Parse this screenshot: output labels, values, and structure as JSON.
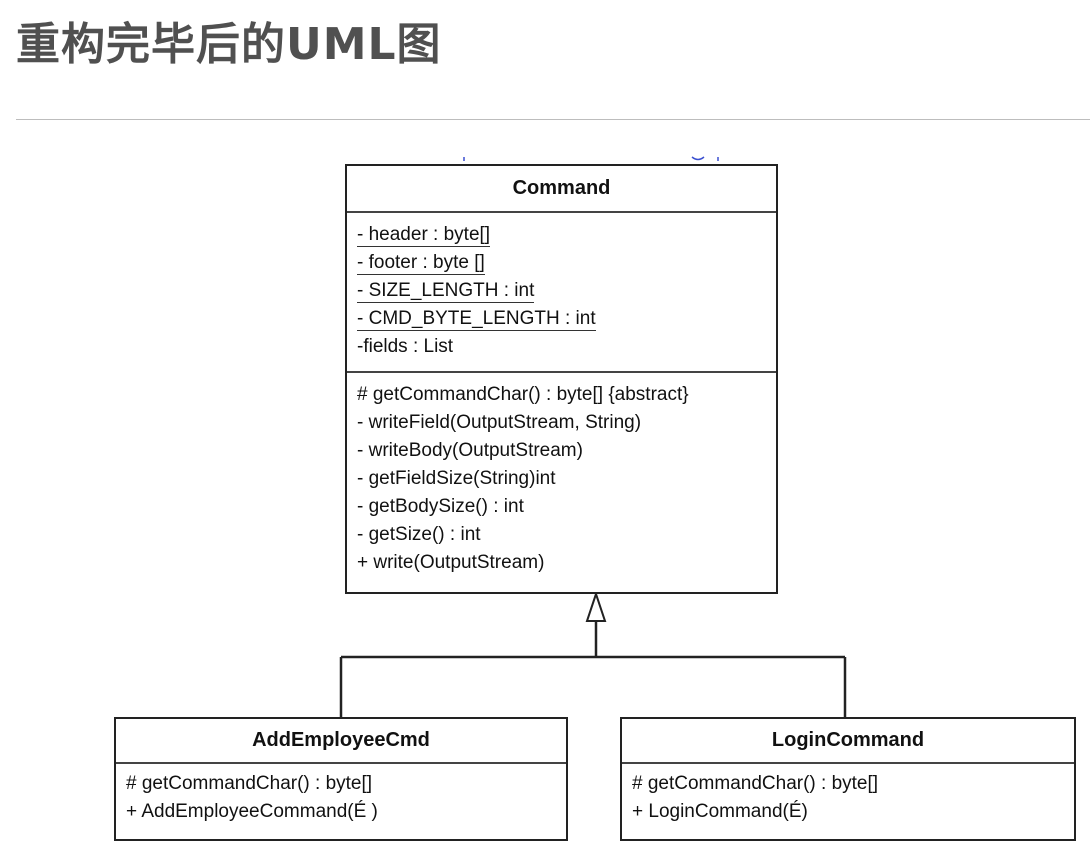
{
  "page": {
    "title": "重构完毕后的UML图"
  },
  "diagram": {
    "command": {
      "name": "Command",
      "attributes": [
        {
          "text": "- header : byte[]",
          "static": true
        },
        {
          "text": "- footer : byte []",
          "static": true
        },
        {
          "text": "- SIZE_LENGTH : int",
          "static": true
        },
        {
          "text": "- CMD_BYTE_LENGTH : int",
          "static": true
        },
        {
          "text": "-fields : List",
          "static": false
        }
      ],
      "methods": [
        "# getCommandChar() : byte[] {abstract}",
        "- writeField(OutputStream, String)",
        "- writeBody(OutputStream)",
        "- getFieldSize(String)int",
        "- getBodySize() : int",
        "- getSize() : int",
        "+ write(OutputStream)"
      ]
    },
    "add_employee_cmd": {
      "name": "AddEmployeeCmd",
      "methods": [
        "# getCommandChar() : byte[]",
        "+ AddEmployeeCommand(É )"
      ]
    },
    "login_command": {
      "name": "LoginCommand",
      "methods": [
        "# getCommandChar() : byte[]",
        "+ LoginCommand(É)"
      ]
    },
    "colors": {
      "line": "#222222",
      "text": "#111111",
      "title": "#505050",
      "fragment": "#3a4fd0"
    }
  }
}
